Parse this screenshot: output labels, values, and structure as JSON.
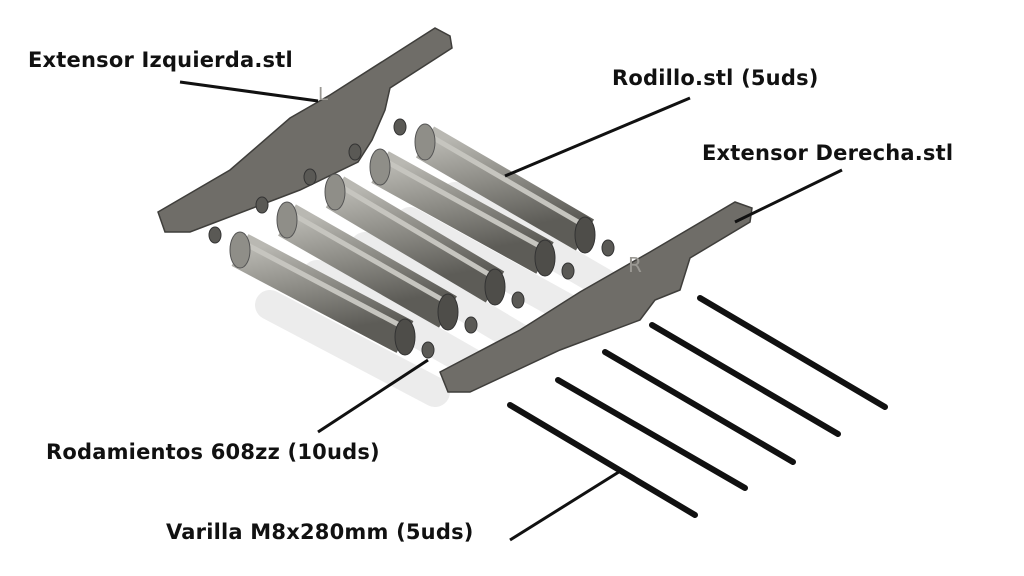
{
  "labels": {
    "left_extensor": "Extensor Izquierda.stl",
    "roller": "Rodillo.stl (5uds)",
    "right_extensor": "Extensor Derecha.stl",
    "bearings": "Rodamientos 608zz (10uds)",
    "rod": "Varilla M8x280mm (5uds)"
  },
  "colors": {
    "part": "#6f6d68",
    "roller": "#8d8c86",
    "rod": "#111111",
    "text": "#111111"
  }
}
